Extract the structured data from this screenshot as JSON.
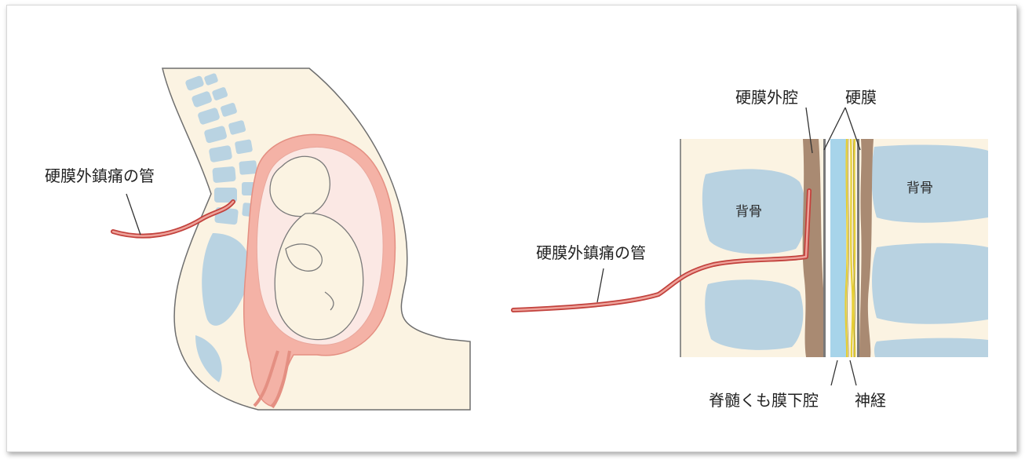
{
  "left_panel": {
    "catheter_label": "硬膜外鎮痛の管"
  },
  "right_panel": {
    "catheter_label": "硬膜外鎮痛の管",
    "epidural_space_label": "硬膜外腔",
    "dura_label": "硬膜",
    "vertebra_label_left": "背骨",
    "vertebra_label_right": "背骨",
    "subarachnoid_label": "脊髄くも膜下腔",
    "nerve_label": "神経"
  },
  "colors": {
    "skin": "#fbf3e2",
    "outline": "#6a6a6a",
    "bone": "#b8d2e1",
    "uterus": "#f1a598",
    "catheter": "#c2413c",
    "ligament": "#a98a72",
    "csf": "#a7d4ea",
    "nerve": "#e6cf35"
  }
}
